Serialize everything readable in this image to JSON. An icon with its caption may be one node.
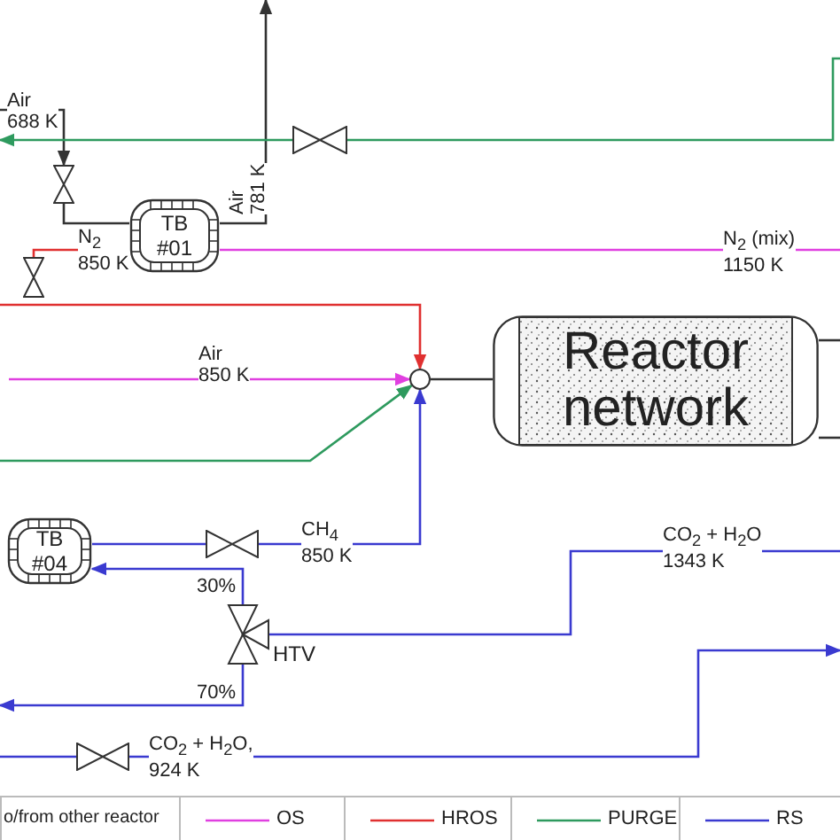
{
  "diagram": {
    "nodes": [
      {
        "text": [],
        "shape": "valve"
      },
      {
        "text": [
          "TB #01"
        ]
      },
      {
        "text": [],
        "shape": "valve"
      },
      {
        "text": [],
        "shape": "valve"
      },
      {
        "text": [],
        "shape": "circle"
      },
      {
        "text": [
          "Reactor network"
        ]
      },
      {
        "text": [
          "TB #04"
        ]
      },
      {
        "text": [],
        "shape": "valve"
      },
      {
        "text": [],
        "shape": "valve",
        "beside": [
          "HTV"
        ]
      },
      {
        "text": [],
        "shape": "valve"
      }
    ],
    "edges": [
      {
        "from": null,
        "to": 0,
        "arrow": "to",
        "label": "Air 688 K",
        "color": "#333333"
      },
      {
        "from": 0,
        "to": 1,
        "arrow": "none",
        "color": "#333333"
      },
      {
        "from": 1,
        "to": null,
        "arrow": "to",
        "label": "Air 781 K",
        "color": "#333333"
      },
      {
        "from": null,
        "to": 2,
        "arrow": "none",
        "color": "#2e9a5e"
      },
      {
        "from": 2,
        "to": null,
        "arrow": "to",
        "color": "#2e9a5e"
      },
      {
        "from": 1,
        "to": null,
        "arrow": "none",
        "label": "N$_{2}$ (mix) 1150 K",
        "color": "#e040e0"
      },
      {
        "from": 3,
        "to": 1,
        "arrow": "none",
        "label": "N$_{2}$ 850 K",
        "color": "#e03030"
      },
      {
        "from": null,
        "to": 4,
        "arrow": "to",
        "color": "#e03030"
      },
      {
        "from": null,
        "to": 4,
        "arrow": "to",
        "label": "Air 850 K",
        "color": "#e040e0"
      },
      {
        "from": null,
        "to": 4,
        "arrow": "to",
        "color": "#2e9a5e"
      },
      {
        "from": 4,
        "to": 5,
        "arrow": "none",
        "color": "#333333"
      },
      {
        "from": 7,
        "to": 4,
        "arrow": "to",
        "label": "CH$_{4}$ 850 K"
      },
      {
        "from": 6,
        "to": 7,
        "arrow": "none"
      },
      {
        "from": 8,
        "to": 6,
        "arrow": "to",
        "label": "30%"
      },
      {
        "from": 8,
        "to": null,
        "arrow": "to",
        "label": "70%"
      },
      {
        "from": null,
        "to": 8,
        "arrow": "none",
        "label": "CO$_{2}$ + H$_{2}$O 1343 K"
      },
      {
        "from": null,
        "to": 9,
        "arrow": "none"
      },
      {
        "from": 9,
        "to": null,
        "arrow": "to",
        "label": "CO$_{2}$ + H$_{2}$O, 924 K"
      },
      {
        "from": 5,
        "to": null,
        "arrow": "none",
        "color": "#333333"
      },
      {
        "from": 5,
        "to": null,
        "arrow": "none",
        "color": "#333333"
      }
    ],
    "legend": [
      {
        "text": "o/from other reactor"
      },
      {
        "text": "OS"
      },
      {
        "text": "HROS"
      },
      {
        "text": "PURGE"
      },
      {
        "text": "RS"
      }
    ]
  }
}
